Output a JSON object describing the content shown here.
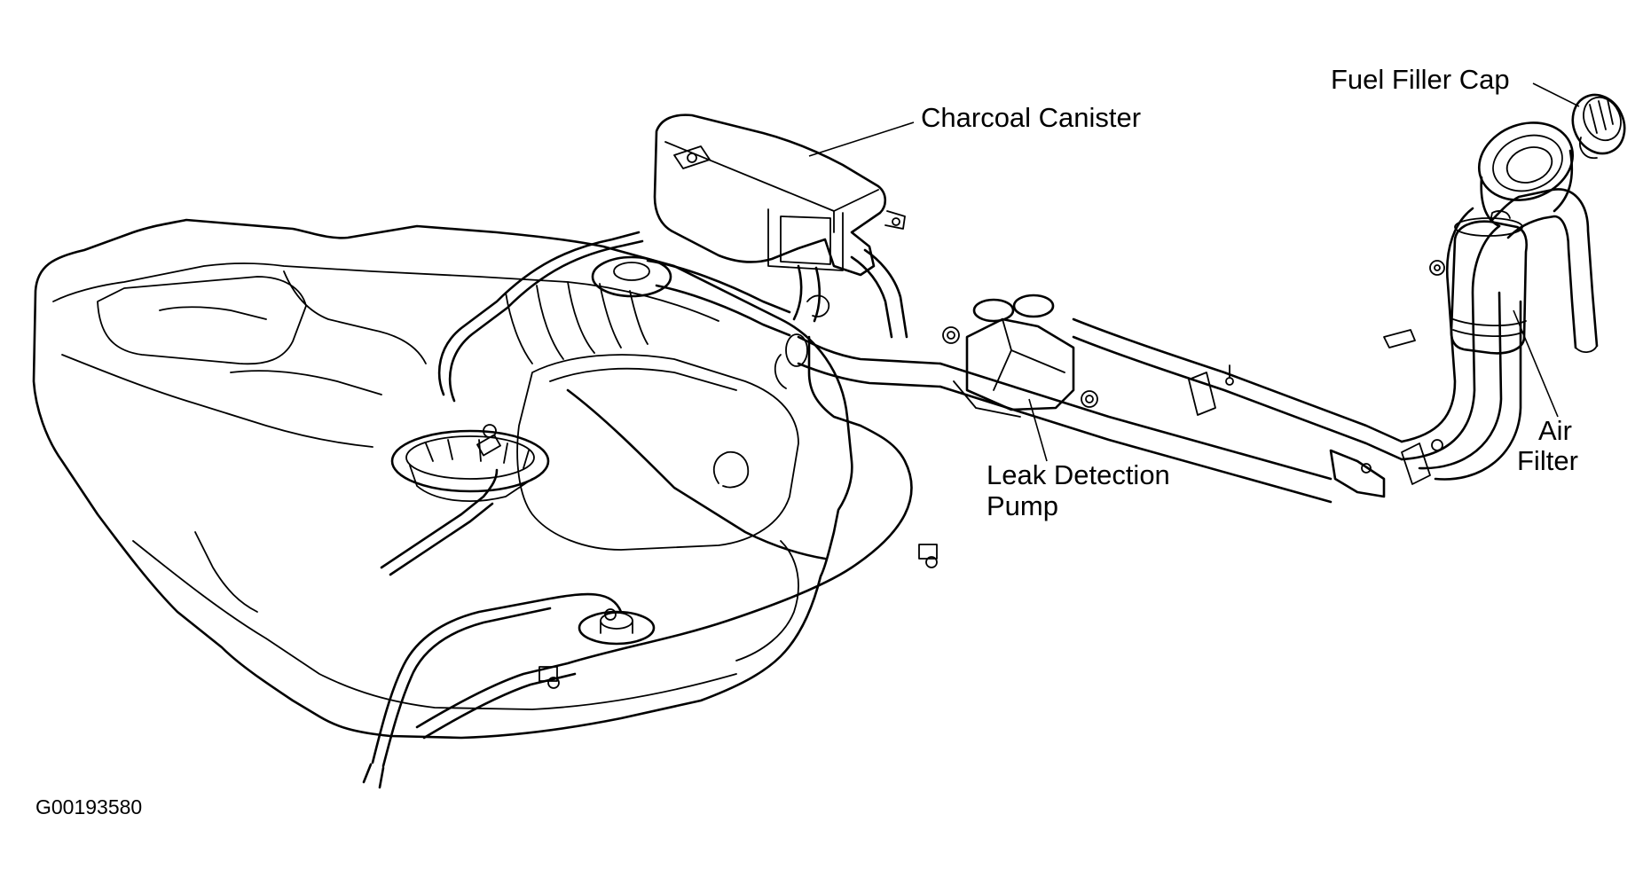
{
  "labels": {
    "fuel_filler_cap": "Fuel Filler Cap",
    "charcoal_canister": "Charcoal Canister",
    "leak_detection_pump_line1": "Leak Detection",
    "leak_detection_pump_line2": "Pump",
    "air_filter_line1": "Air",
    "air_filter_line2": "Filter"
  },
  "figure_id": "G00193580",
  "colors": {
    "line": "#000000",
    "background": "#ffffff"
  }
}
